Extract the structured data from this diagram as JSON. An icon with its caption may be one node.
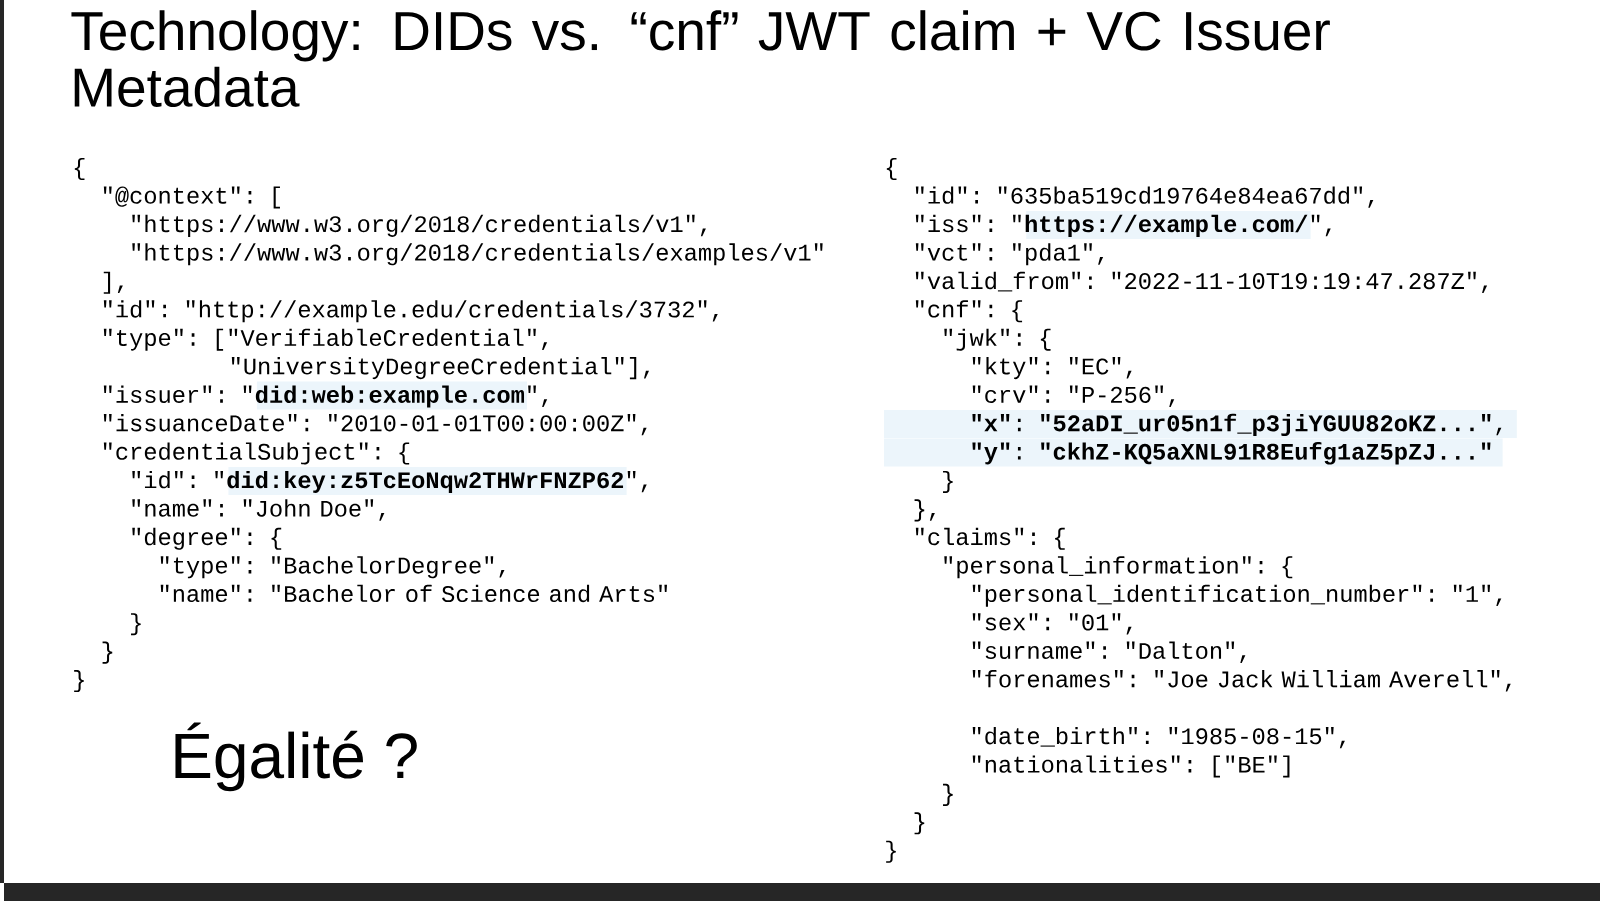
{
  "diagram": {
    "title": "Technology: DIDs vs. “cnf” JWT claim + VC Issuer Metadata",
    "labels": [
      "{",
      "\"@context\": [",
      "\"https://www.w3.org/2018/credentials/v1\",",
      "\"https://www.w3.org/2018/credentials/examples/v1\"",
      "],",
      "\"id\": \"http://example.edu/credentials/3732\",",
      "\"type\": [\"VerifiableCredential\",",
      "\"UniversityDegreeCredential\"],",
      "\"issuer\": \"**did:web:example.com**\",",
      "\"issuanceDate\": \"2010-01-01T00:00:00Z\",",
      "\"credentialSubject\": {",
      "\"id\": \"**did:key:z5TcEoNqw2THWrFNZP62**\",",
      "\"name\": \"John Doe\",",
      "\"degree\": {",
      "\"type\": \"BachelorDegree\",",
      "\"name\": \"Bachelor of Science and Arts\"",
      "}",
      "}",
      "}",
      "Égalité ?",
      "{",
      "\"id\": \"635ba519cd19764e84ea67dd\",",
      "\"iss\": \"**https://example.com/**\",",
      "\"vct\": \"pda1\",",
      "\"valid_from\": \"2022-11-10T19:19:47.287Z\",",
      "\"cnf\": {",
      "\"jwk\": {",
      "\"kty\": \"EC\",",
      "\"crv\": \"P-256\",",
      "**\"x\"**: **\"52aDI_ur05n1f_p3jiYGUU82oKZ...\"**,",
      "**\"y\"**: **\"ckhZ-KQ5aXNL91R8Eufg1aZ5pZJ...\"**",
      "}",
      "},",
      "\"claims\": {",
      "\"personal_information\": {",
      "\"personal_identification_number\": \"1\",",
      "\"sex\": \"01\",",
      "\"surname\": \"Dalton\",",
      "\"forenames\": \"Joe Jack William Averell\",",
      "\"date_birth\": \"1985-08-15\",",
      "\"nationalities\": [\"BE\"]",
      "}",
      "}",
      "}"
    ]
  }
}
